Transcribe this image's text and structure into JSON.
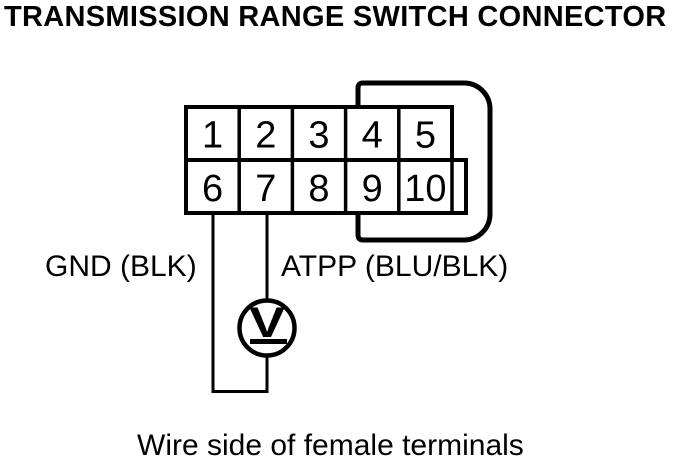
{
  "title": "TRANSMISSION RANGE SWITCH CONNECTOR",
  "connector": {
    "pins": [
      "1",
      "2",
      "3",
      "4",
      "5",
      "6",
      "7",
      "8",
      "9",
      "10"
    ],
    "rows": [
      [
        "1",
        "2",
        "3",
        "4",
        "5"
      ],
      [
        "6",
        "7",
        "8",
        "9",
        "10"
      ]
    ],
    "wire_labels": [
      {
        "pin": "6",
        "label": "GND (BLK)"
      },
      {
        "pin": "7",
        "label": "ATPP (BLU/BLK)"
      }
    ]
  },
  "meter": {
    "symbol": "V",
    "type": "voltmeter"
  },
  "caption": "Wire side of female terminals",
  "colors": {
    "line": "#000000",
    "background": "#ffffff"
  }
}
